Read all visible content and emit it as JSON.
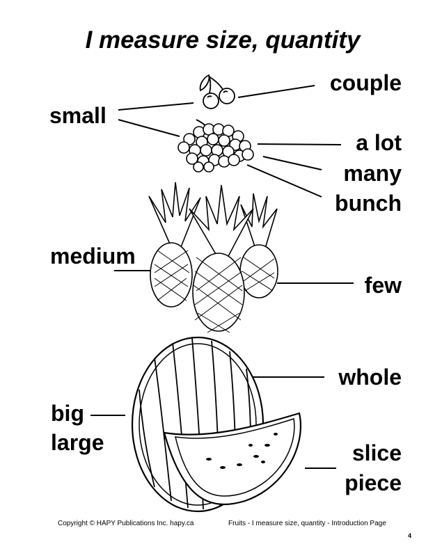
{
  "title": "I measure size, quantity",
  "labels": {
    "couple": "couple",
    "small": "small",
    "a_lot": "a lot",
    "many": "many",
    "bunch": "bunch",
    "medium": "medium",
    "few": "few",
    "whole": "whole",
    "big": "big",
    "large": "large",
    "slice": "slice",
    "piece": "piece"
  },
  "illustrations": {
    "cherries": "cherries-illustration",
    "grapes": "grapes-illustration",
    "pineapples": "pineapples-illustration",
    "watermelon": "watermelon-illustration"
  },
  "footer": {
    "copyright": "Copyright © HAPY Publications Inc.  hapy.ca",
    "page_info": "Fruits - I measure size, quantity -  Introduction Page",
    "page_number": "4"
  }
}
